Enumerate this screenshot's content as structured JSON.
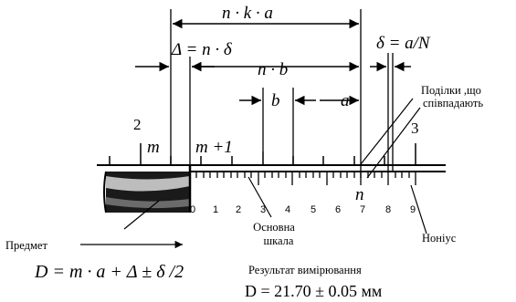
{
  "dimensions": {
    "n_k_a": "n · k · a",
    "delta_eq": "Δ = n · δ",
    "n_b": "n · b",
    "small_delta_eq": "δ = a/N",
    "b": "b",
    "a": "a"
  },
  "main_scale": {
    "label_2": "2",
    "label_3": "3",
    "m": "m",
    "m_plus_1": "m +1"
  },
  "vernier": {
    "n": "n",
    "digits": [
      "0",
      "1",
      "2",
      "3",
      "4",
      "5",
      "6",
      "7",
      "8",
      "9"
    ]
  },
  "labels": {
    "coinciding": [
      "Поділки ,що",
      "співпадають"
    ],
    "main_scale_name": [
      "Основна",
      "шкала"
    ],
    "vernier_name": "Ноніус",
    "object": "Предмет",
    "formula": "D = m · a + Δ ± δ /2",
    "result_title": "Результат вимірювання",
    "result_value": "D = 21.70 ± 0.05 мм"
  }
}
